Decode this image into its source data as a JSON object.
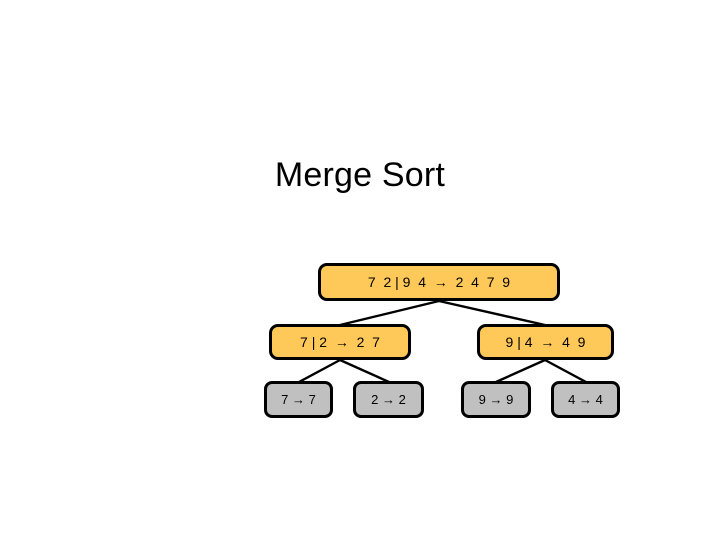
{
  "slide": {
    "title": "Merge Sort",
    "background_color": "#FFFFFF"
  },
  "colors": {
    "merge_node_fill": "#FFC95A",
    "leaf_node_fill": "#C0C0C0",
    "node_border": "#000000",
    "text": "#000000",
    "connector": "#000000"
  },
  "chart_data": {
    "type": "diagram",
    "diagram_kind": "merge-sort-recursion-tree",
    "title": "Merge Sort",
    "input_sequence": [
      7,
      2,
      9,
      4
    ],
    "sorted_sequence": [
      2,
      4,
      7,
      9
    ],
    "levels": [
      {
        "level": 1,
        "nodes": [
          {
            "id": "root",
            "label": "7  2 | 9  4  →  2  4  7  9",
            "left_part": [
              7,
              2
            ],
            "right_part": [
              9,
              4
            ],
            "merged": [
              2,
              4,
              7,
              9
            ],
            "style": "merge"
          }
        ]
      },
      {
        "level": 2,
        "nodes": [
          {
            "id": "l1",
            "label": "7 | 2  →  2  7",
            "left_part": [
              7
            ],
            "right_part": [
              2
            ],
            "merged": [
              2,
              7
            ],
            "style": "merge"
          },
          {
            "id": "r1",
            "label": "9 | 4  →  4  9",
            "left_part": [
              9
            ],
            "right_part": [
              4
            ],
            "merged": [
              4,
              9
            ],
            "style": "merge"
          }
        ]
      },
      {
        "level": 3,
        "nodes": [
          {
            "id": "leaf-1",
            "label": "7 → 7",
            "value": 7,
            "style": "leaf"
          },
          {
            "id": "leaf-2",
            "label": "2 → 2",
            "value": 2,
            "style": "leaf"
          },
          {
            "id": "leaf-3",
            "label": "9 → 9",
            "value": 9,
            "style": "leaf"
          },
          {
            "id": "leaf-4",
            "label": "4 → 4",
            "value": 4,
            "style": "leaf"
          }
        ]
      }
    ],
    "edges": [
      {
        "from": "root",
        "to": "l1"
      },
      {
        "from": "root",
        "to": "r1"
      },
      {
        "from": "l1",
        "to": "leaf-1"
      },
      {
        "from": "l1",
        "to": "leaf-2"
      },
      {
        "from": "r1",
        "to": "leaf-3"
      },
      {
        "from": "r1",
        "to": "leaf-4"
      }
    ]
  }
}
